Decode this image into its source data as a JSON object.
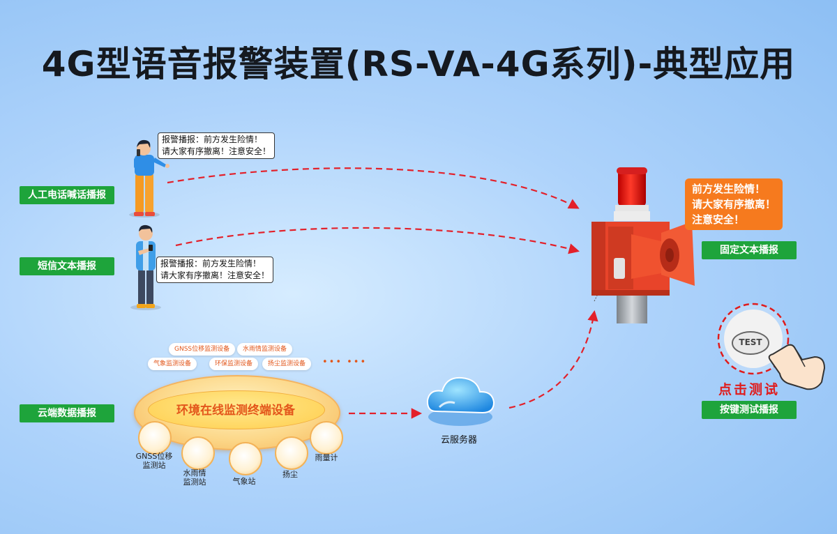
{
  "title": "4G型语音报警装置(RS-VA-4G系列)-典型应用",
  "modes": {
    "phone": "人工电话喊话播报",
    "sms": "短信文本播报",
    "cloud": "云端数据播报",
    "fixed": "固定文本播报",
    "button": "按键测试播报"
  },
  "bubble_phone": [
    "报警播报：前方发生险情！",
    "请大家有序撤离！注意安全！"
  ],
  "bubble_sms": [
    "报警播报：前方发生险情！",
    "请大家有序撤离！注意安全！"
  ],
  "alarm_message": [
    "前方发生险情！",
    "请大家有序撤离！",
    "注意安全！"
  ],
  "device_tags": [
    "GNSS位移监测设备",
    "水雨情监测设备",
    "气象监测设备",
    "环保监测设备",
    "扬尘监测设备"
  ],
  "tag_dots": "••• •••",
  "terminal": "环境在线监测终端设备",
  "stations": {
    "gnss": [
      "GNSS位移",
      "监测站"
    ],
    "water": [
      "水雨情",
      "监测站"
    ],
    "weather": "气象站",
    "dust": "扬尘",
    "rain": "雨量计"
  },
  "cloud_server": "云服务器",
  "test_button": "TEST",
  "click_test": "点击测试",
  "colors": {
    "green_label": "#1ea43b",
    "orange": "#f67a1e",
    "device_red": "#e8442a",
    "arrow_red": "#e3202a"
  }
}
